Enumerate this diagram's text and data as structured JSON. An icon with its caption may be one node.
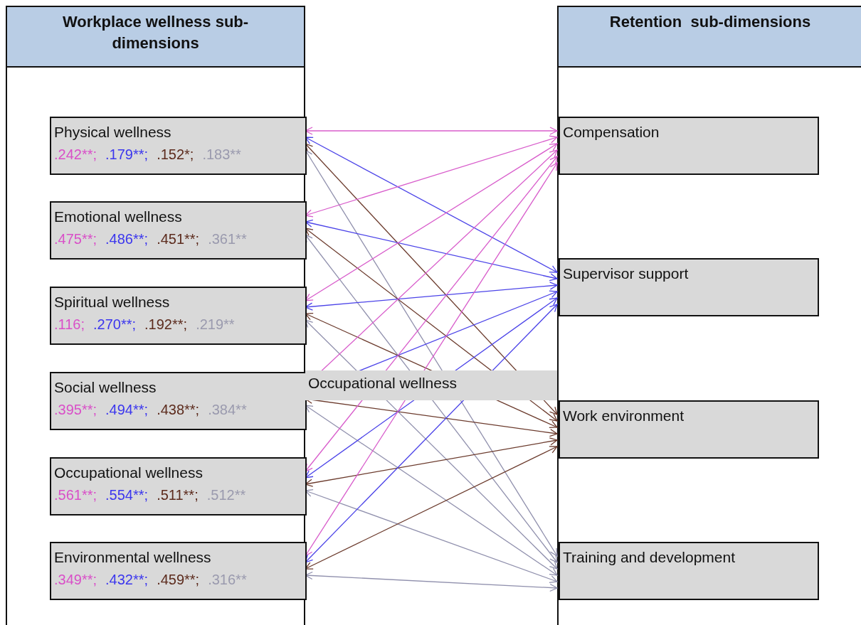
{
  "diagram": {
    "nodes": [
      {
        "text": [
          "Workplace wellness sub-dimensions"
        ]
      },
      {
        "text": [
          "Physical wellness",
          ".242**;",
          ".179**;",
          ".152*;",
          ".183**"
        ],
        "in": 0
      },
      {
        "text": [
          "Emotional wellness",
          ".475**;",
          ".486**;",
          ".451**;",
          ".361**"
        ],
        "in": 0
      },
      {
        "text": [
          "Spiritual wellness",
          ".116;",
          ".270**;",
          ".192**;",
          ".219**"
        ],
        "in": 0
      },
      {
        "text": [
          "Social wellness",
          ".395**;",
          ".494**;",
          ".438**;",
          ".384**"
        ],
        "in": 0
      },
      {
        "text": [
          "Occupational wellness",
          ".561**;",
          ".554**;",
          ".511**;",
          ".512**"
        ],
        "in": 0
      },
      {
        "text": [
          "Environmental wellness",
          ".349**;",
          ".432**;",
          ".459**;",
          ".316**"
        ],
        "in": 0
      },
      {
        "text": [
          "Retention  sub-dimensions"
        ]
      },
      {
        "text": [
          "Compensation"
        ],
        "in": 7
      },
      {
        "text": [
          "Supervisor support"
        ],
        "in": 7
      },
      {
        "text": [
          "Work environment"
        ],
        "in": 7
      },
      {
        "text": [
          "Training and development"
        ],
        "in": 7
      }
    ],
    "labels": [
      "Occupational wellness"
    ],
    "edges": [
      {
        "from": 1,
        "to": 8,
        "arrow": "both",
        "color": "#d85ccb"
      },
      {
        "from": 1,
        "to": 9,
        "arrow": "both",
        "color": "#4b43e8"
      },
      {
        "from": 1,
        "to": 10,
        "arrow": "both",
        "color": "#6b3a2c"
      },
      {
        "from": 1,
        "to": 11,
        "arrow": "both",
        "color": "#9090ad"
      },
      {
        "from": 2,
        "to": 8,
        "arrow": "both",
        "color": "#d85ccb"
      },
      {
        "from": 2,
        "to": 9,
        "arrow": "both",
        "color": "#4b43e8"
      },
      {
        "from": 2,
        "to": 10,
        "arrow": "both",
        "color": "#6b3a2c"
      },
      {
        "from": 2,
        "to": 11,
        "arrow": "both",
        "color": "#9090ad"
      },
      {
        "from": 3,
        "to": 8,
        "arrow": "both",
        "color": "#d85ccb"
      },
      {
        "from": 3,
        "to": 9,
        "arrow": "both",
        "color": "#4b43e8"
      },
      {
        "from": 3,
        "to": 10,
        "arrow": "both",
        "color": "#6b3a2c"
      },
      {
        "from": 3,
        "to": 11,
        "arrow": "both",
        "color": "#9090ad"
      },
      {
        "from": 4,
        "to": 8,
        "arrow": "both",
        "color": "#d85ccb"
      },
      {
        "from": 4,
        "to": 9,
        "arrow": "both",
        "color": "#4b43e8"
      },
      {
        "from": 4,
        "to": 10,
        "arrow": "both",
        "color": "#6b3a2c"
      },
      {
        "from": 4,
        "to": 11,
        "arrow": "both",
        "color": "#9090ad"
      },
      {
        "from": 5,
        "to": 8,
        "arrow": "both",
        "color": "#d85ccb"
      },
      {
        "from": 5,
        "to": 9,
        "arrow": "both",
        "color": "#4b43e8"
      },
      {
        "from": 5,
        "to": 10,
        "arrow": "both",
        "color": "#6b3a2c"
      },
      {
        "from": 5,
        "to": 11,
        "arrow": "both",
        "color": "#9090ad"
      },
      {
        "from": 6,
        "to": 8,
        "arrow": "both",
        "color": "#d85ccb"
      },
      {
        "from": 6,
        "to": 9,
        "arrow": "both",
        "color": "#4b43e8"
      },
      {
        "from": 6,
        "to": 10,
        "arrow": "both",
        "color": "#6b3a2c"
      },
      {
        "from": 6,
        "to": 11,
        "arrow": "both",
        "color": "#9090ad"
      }
    ]
  }
}
